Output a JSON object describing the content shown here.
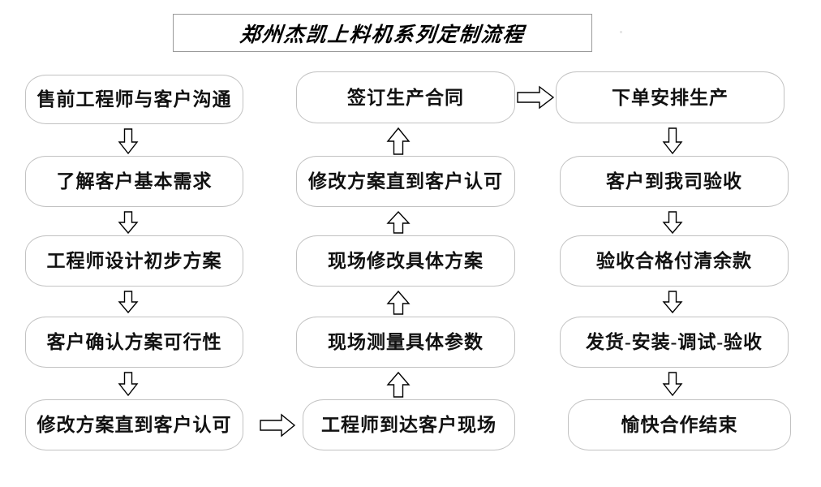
{
  "title": {
    "text": "郑州杰凯上料机系列定制流程"
  },
  "columns": [
    {
      "id": "column-1",
      "name": "pre-sales-column",
      "nodes": [
        {
          "id": "node-1-1",
          "label": "售前工程师与客户沟通"
        },
        {
          "id": "node-1-2",
          "label": "了解客户基本需求"
        },
        {
          "id": "node-1-3",
          "label": "工程师设计初步方案"
        },
        {
          "id": "node-1-4",
          "label": "客户确认方案可行性"
        },
        {
          "id": "node-1-5",
          "label": "修改方案直到客户认可"
        }
      ]
    },
    {
      "id": "column-2",
      "name": "on-site-column",
      "nodes": [
        {
          "id": "node-2-1",
          "label": "签订生产合同"
        },
        {
          "id": "node-2-2",
          "label": "修改方案直到客户认可"
        },
        {
          "id": "node-2-3",
          "label": "现场修改具体方案"
        },
        {
          "id": "node-2-4",
          "label": "现场测量具体参数"
        },
        {
          "id": "node-2-5",
          "label": "工程师到达客户现场"
        }
      ]
    },
    {
      "id": "column-3",
      "name": "production-column",
      "nodes": [
        {
          "id": "node-3-1",
          "label": "下单安排生产"
        },
        {
          "id": "node-3-2",
          "label": "客户到我司验收"
        },
        {
          "id": "node-3-3",
          "label": "验收合格付清余款"
        },
        {
          "id": "node-3-4",
          "label": "发货-安装-调试-验收"
        },
        {
          "id": "node-3-5",
          "label": "愉快合作结束"
        }
      ]
    }
  ],
  "arrows": [
    {
      "id": "arrow-1-1",
      "direction": "down",
      "from": "node-1-1",
      "to": "node-1-2"
    },
    {
      "id": "arrow-1-2",
      "direction": "down",
      "from": "node-1-2",
      "to": "node-1-3"
    },
    {
      "id": "arrow-1-3",
      "direction": "down",
      "from": "node-1-3",
      "to": "node-1-4"
    },
    {
      "id": "arrow-1-4",
      "direction": "down",
      "from": "node-1-4",
      "to": "node-1-5"
    },
    {
      "id": "arrow-bridge-1",
      "direction": "right",
      "from": "node-1-5",
      "to": "node-2-5"
    },
    {
      "id": "arrow-2-1",
      "direction": "up",
      "from": "node-2-5",
      "to": "node-2-4"
    },
    {
      "id": "arrow-2-2",
      "direction": "up",
      "from": "node-2-4",
      "to": "node-2-3"
    },
    {
      "id": "arrow-2-3",
      "direction": "up",
      "from": "node-2-3",
      "to": "node-2-2"
    },
    {
      "id": "arrow-2-4",
      "direction": "up",
      "from": "node-2-2",
      "to": "node-2-1"
    },
    {
      "id": "arrow-bridge-2",
      "direction": "right",
      "from": "node-2-1",
      "to": "node-3-1"
    },
    {
      "id": "arrow-3-1",
      "direction": "down",
      "from": "node-3-1",
      "to": "node-3-2"
    },
    {
      "id": "arrow-3-2",
      "direction": "down",
      "from": "node-3-2",
      "to": "node-3-3"
    },
    {
      "id": "arrow-3-3",
      "direction": "down",
      "from": "node-3-3",
      "to": "node-3-4"
    },
    {
      "id": "arrow-3-4",
      "direction": "down",
      "from": "node-3-4",
      "to": "node-3-5"
    }
  ],
  "colors": {
    "box_border": "#c2c2c2",
    "title_border": "#9a9a9a",
    "text": "#111111",
    "arrow_stroke": "#000000",
    "background": "#ffffff"
  }
}
